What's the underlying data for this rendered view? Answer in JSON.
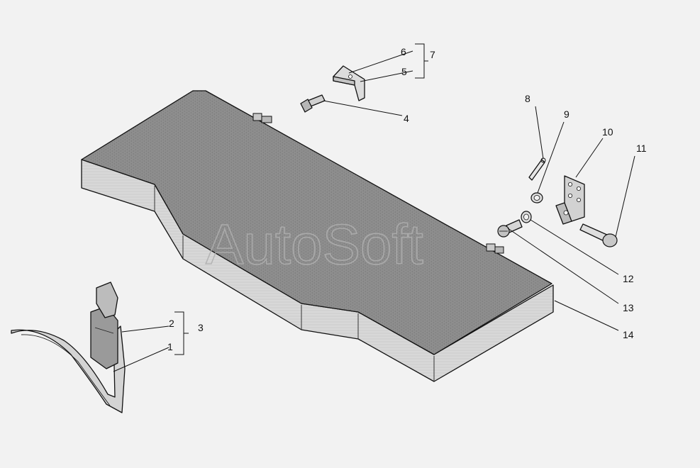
{
  "watermark": "AutoSoft",
  "callouts": [
    {
      "id": "1",
      "label": "1"
    },
    {
      "id": "2",
      "label": "2"
    },
    {
      "id": "3",
      "label": "3"
    },
    {
      "id": "4",
      "label": "4"
    },
    {
      "id": "5",
      "label": "5"
    },
    {
      "id": "6",
      "label": "6"
    },
    {
      "id": "7",
      "label": "7"
    },
    {
      "id": "8",
      "label": "8"
    },
    {
      "id": "9",
      "label": "9"
    },
    {
      "id": "10",
      "label": "10"
    },
    {
      "id": "11",
      "label": "11"
    },
    {
      "id": "12",
      "label": "12"
    },
    {
      "id": "13",
      "label": "13"
    },
    {
      "id": "14",
      "label": "14"
    }
  ],
  "colors": {
    "background": "#f2f2f2",
    "seat_top": "#8f8f8f",
    "seat_side": "#d6d6d6",
    "line": "#111111"
  }
}
